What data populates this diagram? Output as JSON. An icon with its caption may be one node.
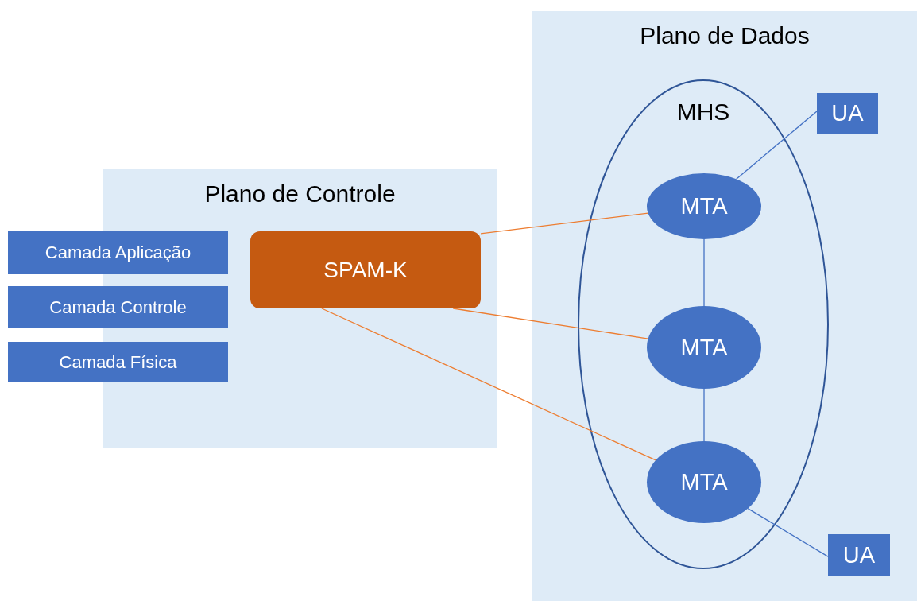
{
  "diagram": {
    "nodes": [
      {
        "text": [
          "Plano de Controle"
        ]
      },
      {
        "text": [
          "Camada Aplicação"
        ]
      },
      {
        "text": [
          "Camada Controle"
        ]
      },
      {
        "text": [
          "Camada Física"
        ]
      },
      {
        "text": [
          "SPAM-K"
        ],
        "in": 0
      },
      {
        "text": [
          "Plano de Dados"
        ]
      },
      {
        "text": [
          "MHS"
        ],
        "in": 5
      },
      {
        "text": [
          "MTA"
        ],
        "in": 6
      },
      {
        "text": [
          "MTA"
        ],
        "in": 6
      },
      {
        "text": [
          "MTA"
        ],
        "in": 6
      },
      {
        "text": [
          "UA"
        ],
        "in": 5
      },
      {
        "text": [
          "UA"
        ],
        "in": 5
      }
    ],
    "edges": [
      {
        "from": 4,
        "to": 7,
        "arrow": "none",
        "color": "#ed7d31"
      },
      {
        "from": 4,
        "to": 8,
        "arrow": "none",
        "color": "#ed7d31"
      },
      {
        "from": 4,
        "to": 9,
        "arrow": "none",
        "color": "#ed7d31"
      },
      {
        "from": 7,
        "to": 8,
        "arrow": "none"
      },
      {
        "from": 8,
        "to": 9,
        "arrow": "none"
      },
      {
        "from": 7,
        "to": 10,
        "arrow": "none"
      },
      {
        "from": 9,
        "to": 11,
        "arrow": "none"
      }
    ]
  }
}
